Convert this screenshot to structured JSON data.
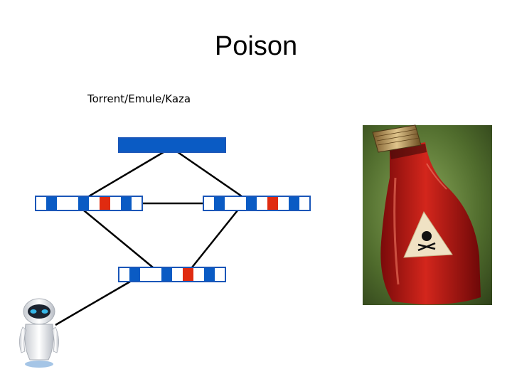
{
  "slide": {
    "title": "Poison",
    "subtitle": "Torrent/Emule/Kaza"
  },
  "diagram": {
    "nodes": [
      {
        "id": "source-file",
        "kind": "file-block",
        "pieces": [
          "blue"
        ]
      },
      {
        "id": "peer-left",
        "kind": "chunked-file",
        "pieces": [
          "white",
          "blue",
          "white",
          "white",
          "blue",
          "white",
          "red",
          "white",
          "blue",
          "white"
        ]
      },
      {
        "id": "peer-right",
        "kind": "chunked-file",
        "pieces": [
          "white",
          "blue",
          "white",
          "white",
          "blue",
          "white",
          "red",
          "white",
          "blue",
          "white"
        ]
      },
      {
        "id": "peer-bottom",
        "kind": "chunked-file",
        "pieces": [
          "white",
          "blue",
          "white",
          "white",
          "blue",
          "white",
          "red",
          "white",
          "blue",
          "white"
        ]
      },
      {
        "id": "downloader-robot",
        "kind": "robot-icon"
      }
    ],
    "edges": [
      [
        "source-file",
        "peer-left"
      ],
      [
        "source-file",
        "peer-right"
      ],
      [
        "peer-left",
        "peer-right"
      ],
      [
        "peer-left",
        "peer-bottom"
      ],
      [
        "peer-right",
        "peer-bottom"
      ],
      [
        "peer-bottom",
        "downloader-robot"
      ]
    ]
  },
  "colors": {
    "blue": "#0a5bc4",
    "red": "#e02b10",
    "white": "#ffffff",
    "border": "#1a56b8",
    "line": "#000000"
  },
  "icons": {
    "poison": "poison-bottle-icon",
    "robot": "robot-icon"
  }
}
